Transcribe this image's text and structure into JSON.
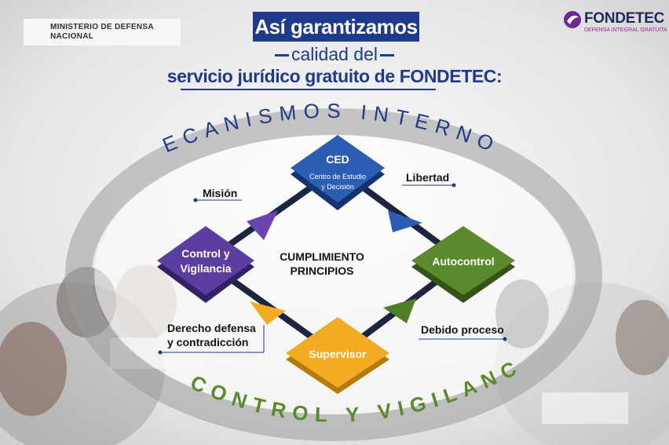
{
  "ministry": {
    "name_line1": "MINISTERIO DE DEFENSA",
    "name_line2": "NACIONAL"
  },
  "title": {
    "line1": "Así garantizamos la",
    "line2": "calidad del",
    "line3": "servicio jurídico gratuito de FONDETEC:"
  },
  "brand": {
    "name": "FONDETEC",
    "tagline": "DEFENSA INTEGRAL GRATUITA"
  },
  "ring": {
    "top_text": "MECANISMOS INTERNOS",
    "bottom_text": "DE CONTROL Y VIGILANCIA"
  },
  "nodes": {
    "ced": {
      "title": "CED",
      "sub1": "Centro de Estudio",
      "sub2": "y Decisión",
      "color": "#2b5db5"
    },
    "control": {
      "line1": "Control y",
      "line2": "Vigilancia",
      "color": "#5a3ea0"
    },
    "autocontrol": {
      "label": "Autocontrol",
      "color": "#5b8a2c"
    },
    "supervisor": {
      "label": "Supervisor",
      "color": "#f3ab24"
    }
  },
  "center": {
    "line1": "CUMPLIMIENTO",
    "line2": "PRINCIPIOS"
  },
  "principles": {
    "mision": "Misión",
    "libertad": "Libertad",
    "derecho_line1": "Derecho defensa",
    "derecho_line2": "y contradicción",
    "debido": "Debido proceso"
  },
  "colors": {
    "navy": "#1f3a8a",
    "connector": "#1d2440",
    "ring": "#9d9d9f"
  }
}
